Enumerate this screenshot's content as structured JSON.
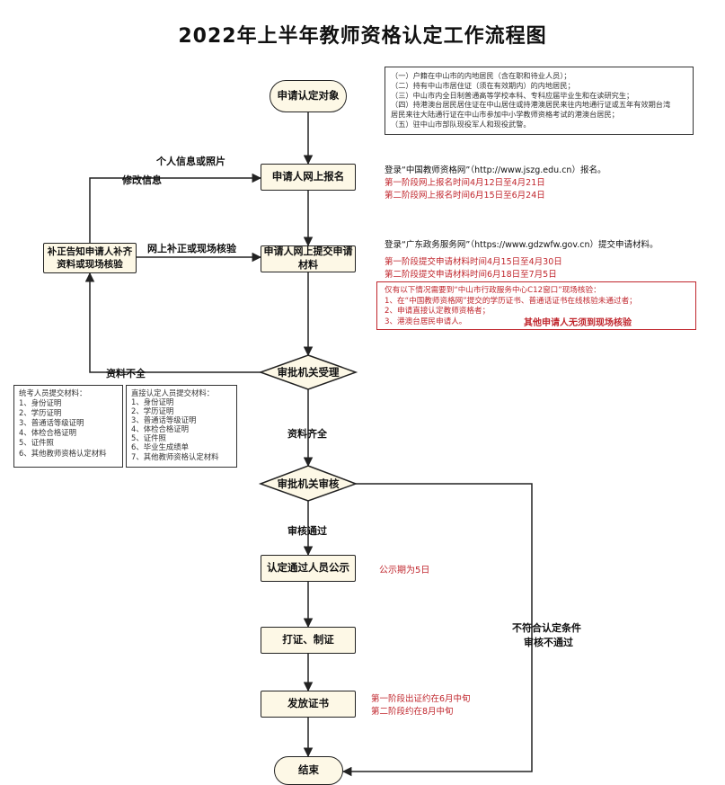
{
  "title": "2022年上半年教师资格认定工作流程图",
  "nodes": {
    "start": "申请认定对象",
    "register": "申请人网上报名",
    "submit": "申请人网上提交申请材料",
    "supplement": "补正告知申请人补齐资料或现场核验",
    "accept": "审批机关受理",
    "review": "审批机关审核",
    "publicize": "认定通过人员公示",
    "print": "打证、制证",
    "issue": "发放证书",
    "end": "结束"
  },
  "edge_labels": {
    "personal_info": "个人信息或照片",
    "modify_info": "修改信息",
    "online_supplement": "网上补正或现场核验",
    "incomplete": "资料不全",
    "complete": "资料齐全",
    "review_passed": "审核通过",
    "not_qualified_1": "不符合认定条件",
    "not_qualified_2": "审核不通过"
  },
  "eligibility": [
    "（一）户籍在中山市的内地居民（含在职和待业人员）；",
    "（二）持有中山市居住证（须在有效期内）的内地居民；",
    "（三）中山市内全日制普通高等学校本科、专科应届毕业生和在读研究生；",
    "（四）持港澳台居民居住证在中山居住或持港澳居民来往内地通行证或五年有效期台湾",
    "居民来往大陆通行证在中山市参加中小学教师资格考试的港澳台居民；",
    "（五）驻中山市部队现役军人和现役武警。"
  ],
  "register_note": {
    "login": "登录“中国教师资格网”（http://www.jszg.edu.cn）报名。",
    "phase1": "第一阶段网上报名时间4月12日至4月21日",
    "phase2": "第二阶段网上报名时间6月15日至6月24日"
  },
  "submit_note": {
    "login": "登录“广东政务服务网”（https://www.gdzwfw.gov.cn）提交申请材料。",
    "phase1": "第一阶段提交申请材料时间4月15日至4月30日",
    "phase2": "第二阶段提交申请材料时间6月18日至7月5日"
  },
  "onsite_note": {
    "heading": "仅有以下情况需要到“中山市行政服务中心C12窗口”现场核验：",
    "item1": "1、在“中国教师资格网”提交的学历证书、普通话证书在线核验未通过者；",
    "item2": "2、申请直接认定教师资格者；",
    "item3": "3、港澳台居民申请人。",
    "emphasis": "其他申请人无须到现场核验"
  },
  "exam_materials": {
    "heading": "统考人员提交材料：",
    "items": [
      "1、身份证明",
      "2、学历证明",
      "3、普通话等级证明",
      "4、体检合格证明",
      "5、证件照",
      "6、其他教师资格认定材料"
    ]
  },
  "direct_materials": {
    "heading": "直接认定人员提交材料：",
    "items": [
      "1、身份证明",
      "2、学历证明",
      "3、普通话等级证明",
      "4、体检合格证明",
      "5、证件照",
      "6、毕业生成绩单",
      "7、其他教师资格认定材料"
    ]
  },
  "publicize_note": "公示期为5日",
  "issue_note": {
    "phase1": "第一阶段出证约在6月中旬",
    "phase2": "第二阶段约在8月中旬"
  },
  "colors": {
    "node_fill": "#fdf8e6",
    "stroke": "#222222",
    "accent_red": "#c0262d"
  }
}
